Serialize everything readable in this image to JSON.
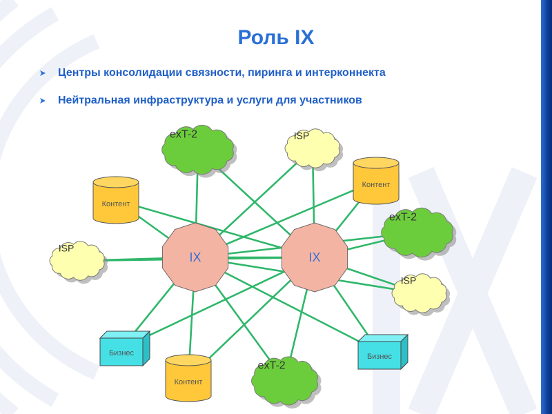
{
  "slide": {
    "title": "Роль IX",
    "bullets": [
      "Центры консолидации связности, пиринга и интерконнекта",
      "Нейтральная инфраструктура и услуги для участников"
    ]
  },
  "diagram": {
    "hubs": [
      {
        "id": "ix1",
        "label": "IX"
      },
      {
        "id": "ix2",
        "label": "IX"
      }
    ],
    "nodes": [
      {
        "id": "ext2-top",
        "kind": "cloud-green",
        "label": "exT-2"
      },
      {
        "id": "isp-top",
        "kind": "cloud-yellow",
        "label": "ISP"
      },
      {
        "id": "content-right",
        "kind": "cylinder",
        "label": "Контент"
      },
      {
        "id": "content-left",
        "kind": "cylinder",
        "label": "Контент"
      },
      {
        "id": "ext2-right",
        "kind": "cloud-green",
        "label": "exT-2"
      },
      {
        "id": "isp-left",
        "kind": "cloud-yellow",
        "label": "ISP"
      },
      {
        "id": "isp-right",
        "kind": "cloud-yellow",
        "label": "ISP"
      },
      {
        "id": "biz-left",
        "kind": "box",
        "label": "Бизнес"
      },
      {
        "id": "biz-right",
        "kind": "box",
        "label": "Бизнес"
      },
      {
        "id": "content-bottom",
        "kind": "cylinder",
        "label": "Контент"
      },
      {
        "id": "ext2-bottom",
        "kind": "cloud-green",
        "label": "exT-2"
      }
    ],
    "links": [
      [
        "ix1",
        "ix2"
      ],
      [
        "ix1",
        "ext2-top"
      ],
      [
        "ix2",
        "ext2-top"
      ],
      [
        "ix1",
        "isp-top"
      ],
      [
        "ix2",
        "isp-top"
      ],
      [
        "ix1",
        "content-right"
      ],
      [
        "ix2",
        "content-right"
      ],
      [
        "ix1",
        "content-left"
      ],
      [
        "ix2",
        "content-left"
      ],
      [
        "ix1",
        "ext2-right"
      ],
      [
        "ix2",
        "ext2-right"
      ],
      [
        "ix1",
        "isp-left"
      ],
      [
        "ix2",
        "isp-left"
      ],
      [
        "ix1",
        "isp-right"
      ],
      [
        "ix2",
        "isp-right"
      ],
      [
        "ix1",
        "biz-left"
      ],
      [
        "ix2",
        "biz-left"
      ],
      [
        "ix1",
        "biz-right"
      ],
      [
        "ix2",
        "biz-right"
      ],
      [
        "ix1",
        "content-bottom"
      ],
      [
        "ix2",
        "content-bottom"
      ],
      [
        "ix1",
        "ext2-bottom"
      ],
      [
        "ix2",
        "ext2-bottom"
      ]
    ],
    "colors": {
      "link": "#2fb76a",
      "hub_fill": "#f4b4a4",
      "hub_text": "#3a6fd0",
      "cloud_green": "#6ccd3c",
      "cloud_yellow": "#ffffb0",
      "cylinder": "#ffc83a",
      "box": "#44e0e6",
      "node_text": "#555555"
    }
  }
}
